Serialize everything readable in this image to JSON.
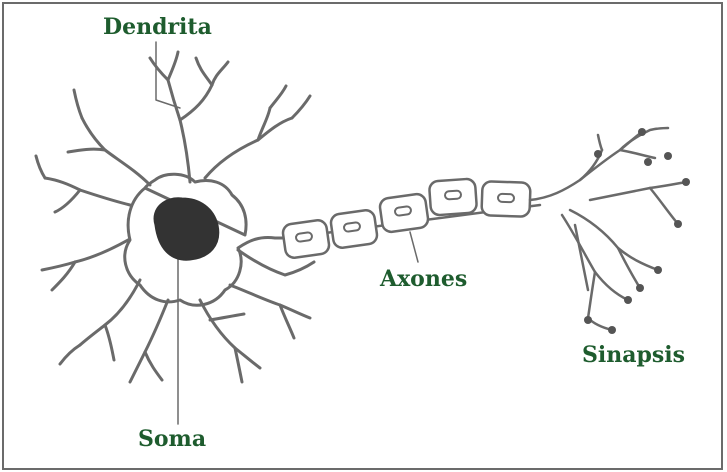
{
  "labels": {
    "dendrite": "Dendrita",
    "axon": "Axones",
    "synapse": "Sinapsis",
    "soma": "Soma"
  },
  "colors": {
    "label_text": "#1e5c2e",
    "line": "#6a6a6a",
    "nucleus": "#333333",
    "frame": "#6b6b6b",
    "myelin_fill": "#ffffff"
  }
}
